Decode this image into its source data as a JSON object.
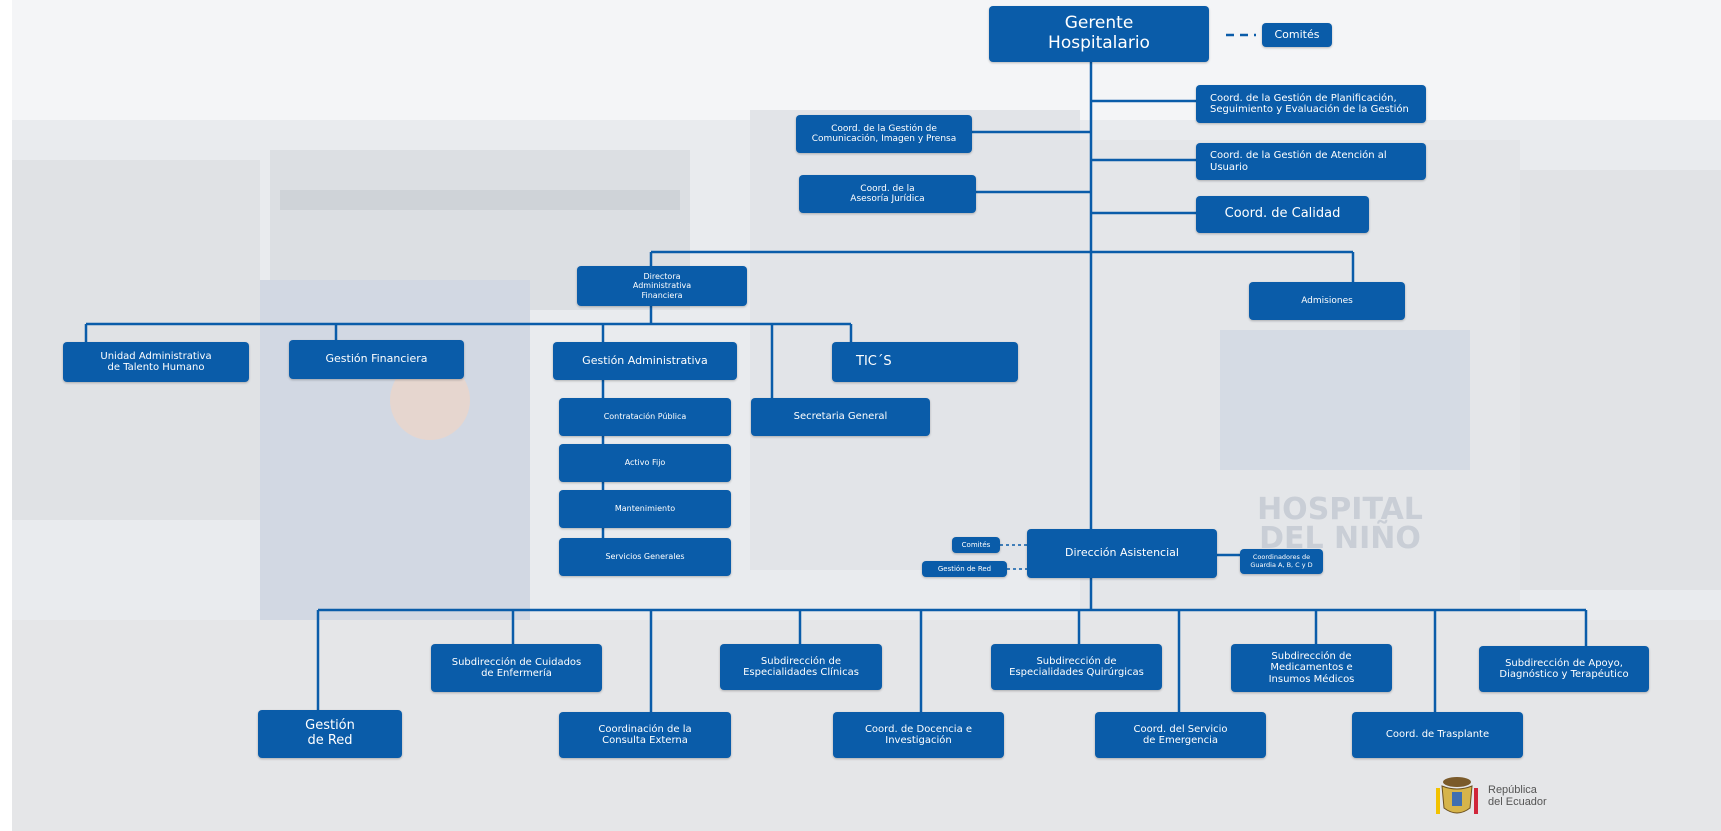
{
  "org": {
    "gerente": "Gerente\nHospitalario",
    "comites_top": "Comités",
    "planificacion": "Coord. de la Gestión de Planificación,\nSeguimiento y Evaluación de la Gestión",
    "comunicacion": "Coord. de la Gestión de\nComunicación, Imagen y Prensa",
    "atencion_usuario": "Coord. de la Gestión de Atención al\nUsuario",
    "asesoria_juridica": "Coord. de la\nAsesoría Jurídica",
    "calidad": "Coord. de Calidad",
    "directora_admin": "Directora\nAdministrativa\nFinanciera",
    "admisiones": "Admisiones",
    "talento_humano": "Unidad Administrativa\nde Talento Humano",
    "gestion_financiera": "Gestión Financiera",
    "gestion_administrativa": "Gestión Administrativa",
    "tics": "TIC´S",
    "contratacion": "Contratación Pública",
    "activo_fijo": "Activo Fijo",
    "mantenimiento": "Mantenimiento",
    "servicios_generales": "Servicios Generales",
    "secretaria_general": "Secretaria General",
    "direccion_asistencial": "Dirección Asistencial",
    "comites_asist": "Comités",
    "gestion_red_small": "Gestión de Red",
    "coordinadores_guardia": "Coordinadores de\nGuardia A, B, C y D",
    "sub_enfermeria": "Subdirección de Cuidados\nde Enfermería",
    "sub_clinicas": "Subdirección de\nEspecialidades Clínicas",
    "sub_quirurgicas": "Subdirección de\nEspecialidades Quirúrgicas",
    "sub_medicamentos": "Subdirección de\nMedicamentos e\nInsumos Médicos",
    "sub_apoyo": "Subdirección de Apoyo,\nDiagnóstico y Terapéutico",
    "gestion_red": "Gestión\nde Red",
    "consulta_externa": "Coordinación de la\nConsulta Externa",
    "docencia": "Coord. de Docencia e\nInvestigación",
    "emergencia": "Coord. del Servicio\nde Emergencia",
    "trasplante": "Coord. de Trasplante"
  },
  "background": {
    "sign_line1": "HOSPITAL",
    "sign_line2": "DEL NIÑO"
  },
  "logo": {
    "text": "República\ndel Ecuador"
  },
  "colors": {
    "box": "#0a5ca9",
    "line": "#0a5ca9"
  }
}
